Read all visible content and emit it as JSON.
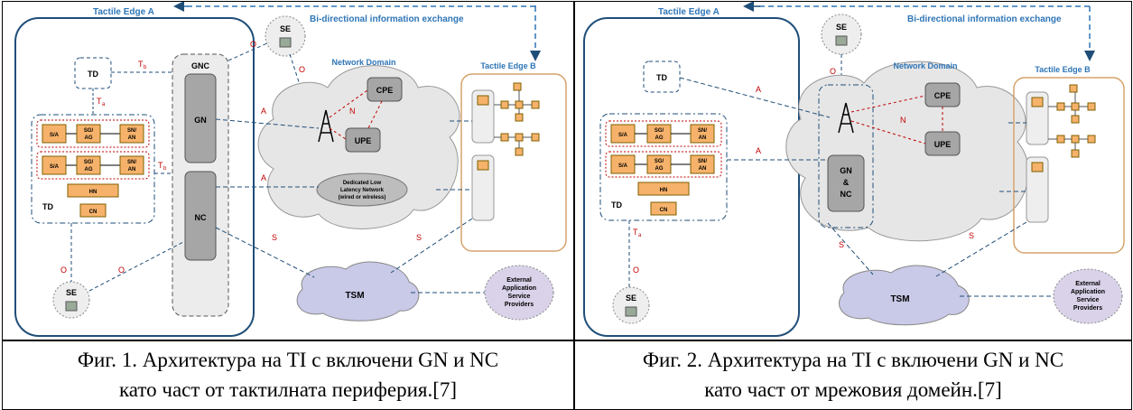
{
  "figure1": {
    "labels": {
      "tactile_edge_a": "Tactile Edge A",
      "tactile_edge_b": "Tactile Edge B",
      "bidirectional": "Bi-directional information exchange",
      "network_domain": "Network Domain",
      "td": "TD",
      "gnc": "GNC",
      "gn": "GN",
      "nc": "NC",
      "se": "SE",
      "cpe": "CPE",
      "upe": "UPE",
      "tsm": "TSM",
      "hn": "HN",
      "cn": "CN",
      "sa": "S/A",
      "sg_ag": [
        "SG/",
        "AG"
      ],
      "sn_an": [
        "SN/",
        "AN"
      ],
      "n": "N",
      "a": "A",
      "o": "O",
      "s": "S",
      "tb": "T",
      "tb_sub": "b",
      "ta": "T",
      "ta_sub": "a",
      "dedicated": [
        "Dedicated Low",
        "Latency Network",
        "(wired or wireless)"
      ],
      "external": [
        "External",
        "Application",
        "Service",
        "Providers"
      ]
    },
    "caption": [
      "Фиг. 1. Архитектура на TI с включени GN и NC",
      "като част от тактилната периферия.[7]"
    ]
  },
  "figure2": {
    "labels": {
      "tactile_edge_a": "Tactile Edge A",
      "tactile_edge_b": "Tactile Edge B",
      "bidirectional": "Bi-directional information exchange",
      "network_domain": "Network Domain",
      "td": "TD",
      "gn_nc": [
        "GN",
        "&",
        "NC"
      ],
      "se": "SE",
      "cpe": "CPE",
      "upe": "UPE",
      "tsm": "TSM",
      "hn": "HN",
      "cn": "CN",
      "sa": "S/A",
      "sg_ag": [
        "SG/",
        "AG"
      ],
      "sn_an": [
        "SN/",
        "AN"
      ],
      "n": "N",
      "a": "A",
      "o": "O",
      "s": "S",
      "ta": "T",
      "ta_sub": "a",
      "external": [
        "External",
        "Application",
        "Service",
        "Providers"
      ]
    },
    "caption": [
      "Фиг. 2. Архитектура на TI с включени GN и NC",
      "като част от мрежовия домейн.[7]"
    ]
  },
  "colors": {
    "edge_blue": "#1f4e79",
    "label_blue": "#2e75b6",
    "red": "#c00000",
    "orange_box": "#f4b183",
    "orange_fill": "#f6b26b",
    "gray_box": "#a6a6a6",
    "cloud": "#e7e6e6",
    "edge_b_border": "#d6a36b"
  }
}
